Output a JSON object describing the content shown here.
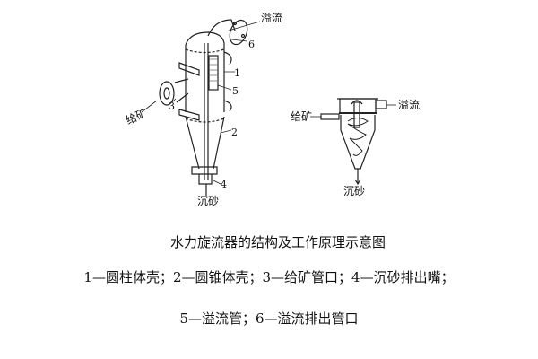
{
  "left_diagram": {
    "labels": {
      "overflow": "溢流",
      "feed": "给矿",
      "underflow": "沉砂"
    },
    "numbers": [
      "1",
      "2",
      "3",
      "4",
      "5",
      "6"
    ]
  },
  "right_diagram": {
    "labels": {
      "overflow": "溢流",
      "feed": "给矿",
      "underflow": "沉砂"
    }
  },
  "caption": {
    "title": "水力旋流器的结构及工作原理示意图",
    "legend_line1": "1—圆柱体壳；2—圆锥体壳；3—给矿管口；4—沉砂排出嘴；",
    "legend_line2": "5—溢流管；6—溢流排出管口"
  }
}
